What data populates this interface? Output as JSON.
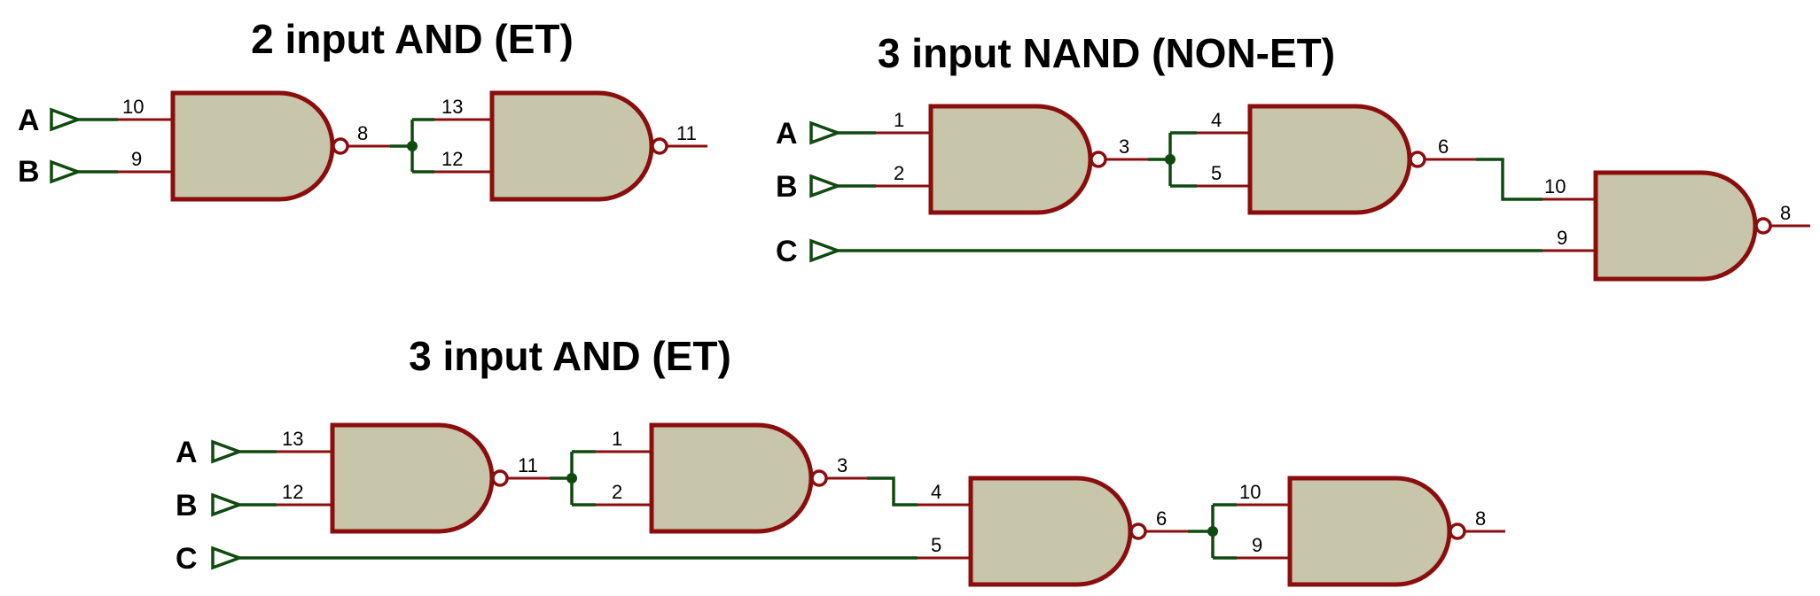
{
  "circuits": {
    "and2": {
      "title": "2 input AND (ET)",
      "inputs": [
        "A",
        "B"
      ],
      "pins": {
        "g1_in_a": "10",
        "g1_in_b": "9",
        "g1_out": "8",
        "g2_in_a": "13",
        "g2_in_b": "12",
        "g2_out": "11"
      }
    },
    "nand3": {
      "title": "3 input NAND (NON-ET)",
      "inputs": [
        "A",
        "B",
        "C"
      ],
      "pins": {
        "g1_in_a": "1",
        "g1_in_b": "2",
        "g1_out": "3",
        "g2_in_a": "4",
        "g2_in_b": "5",
        "g2_out": "6",
        "g3_in_a": "10",
        "g3_in_b": "9",
        "g3_out": "8"
      }
    },
    "and3": {
      "title": "3 input AND (ET)",
      "inputs": [
        "A",
        "B",
        "C"
      ],
      "pins": {
        "g1_in_a": "13",
        "g1_in_b": "12",
        "g1_out": "11",
        "g2_in_a": "1",
        "g2_in_b": "2",
        "g2_out": "3",
        "g3_in_a": "4",
        "g3_in_b": "5",
        "g3_out": "6",
        "g4_in_a": "10",
        "g4_in_b": "9",
        "g4_out": "8"
      }
    }
  },
  "colors": {
    "gate_fill": "#c8c6aa",
    "gate_outline": "#8b0d0d",
    "wire": "#0f4a0f"
  }
}
